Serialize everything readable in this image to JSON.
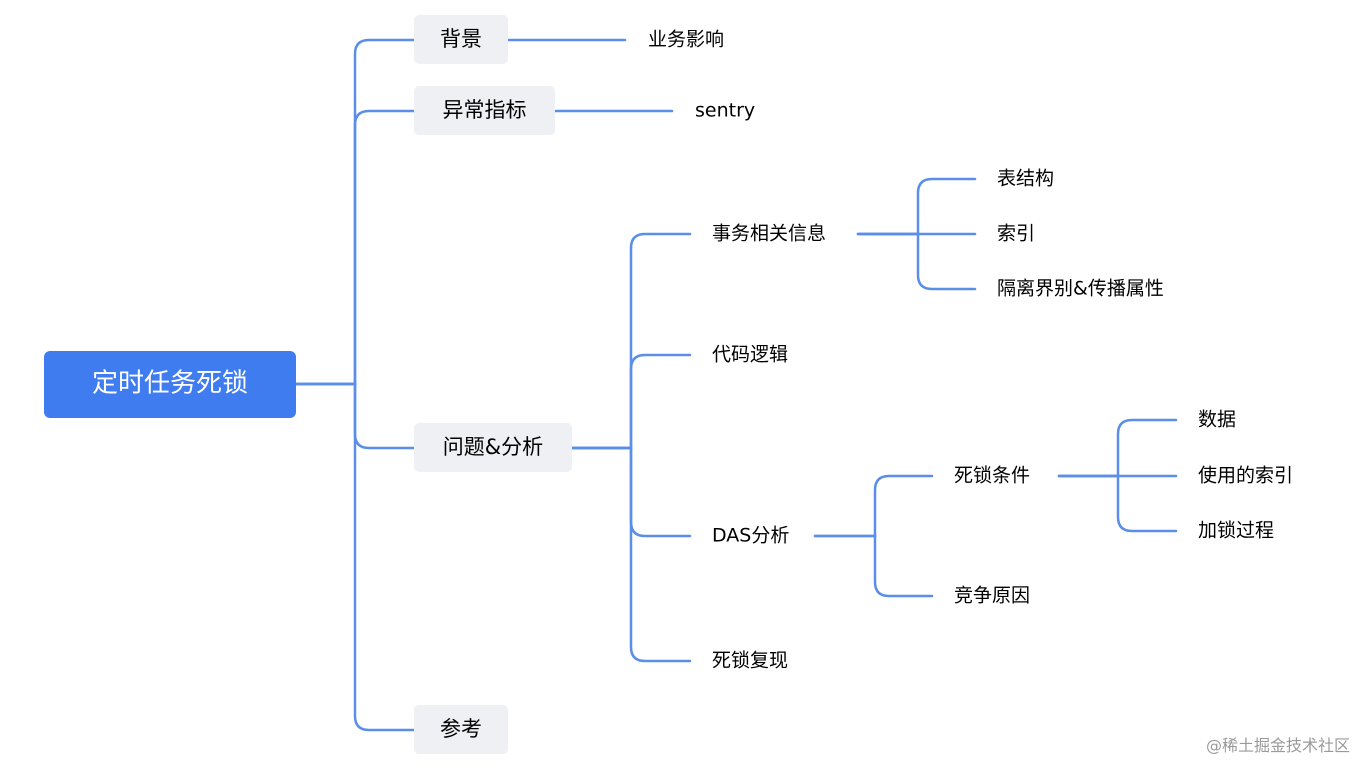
{
  "colors": {
    "link": "#5b8ee8",
    "root_bg": "#3f7cf0",
    "root_text": "#ffffff",
    "l1_bg": "#eef0f3",
    "text": "#1f1f1f",
    "watermark": "#9a9a9a"
  },
  "mindmap": {
    "root": "定时任务死锁",
    "branches": [
      {
        "label": "背景",
        "children": [
          "业务影响"
        ]
      },
      {
        "label": "异常指标",
        "children": [
          "sentry"
        ]
      },
      {
        "label": "问题&分析",
        "children": [
          {
            "label": "事务相关信息",
            "children": [
              "表结构",
              "索引",
              "隔离界别&传播属性"
            ]
          },
          {
            "label": "代码逻辑"
          },
          {
            "label": "DAS分析",
            "children": [
              {
                "label": "死锁条件",
                "children": [
                  "数据",
                  "使用的索引",
                  "加锁过程"
                ]
              },
              {
                "label": "竞争原因"
              }
            ]
          },
          {
            "label": "死锁复现"
          }
        ]
      },
      {
        "label": "参考"
      }
    ]
  },
  "watermark": "@稀土掘金技术社区"
}
